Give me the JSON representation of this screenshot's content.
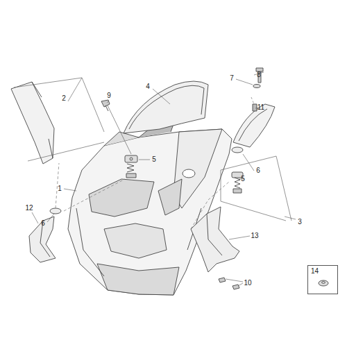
{
  "diagram": {
    "nodes": [
      {
        "text": [
          "14"
        ]
      }
    ],
    "labels": [
      "1",
      "2",
      "3",
      "4",
      "5",
      "5",
      "6",
      "6",
      "7",
      "8",
      "9",
      "10",
      "11",
      "12",
      "13"
    ]
  }
}
